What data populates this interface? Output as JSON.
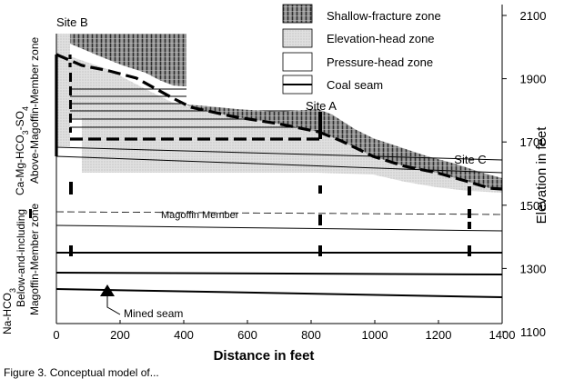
{
  "chart_data": {
    "type": "diagram",
    "sites": [
      {
        "label": "Site B",
        "distance": 50
      },
      {
        "label": "Site A",
        "distance": 830
      },
      {
        "label": "Site C",
        "distance": 1300
      }
    ],
    "legend": [
      {
        "label": "Shallow-fracture zone",
        "pattern": "shallow-fracture"
      },
      {
        "label": "Elevation-head zone",
        "pattern": "elevation-head"
      },
      {
        "label": "Pressure-head zone",
        "pattern": "pressure-head"
      },
      {
        "label": "Coal seam",
        "pattern": "coal-seam"
      }
    ],
    "xaxis": {
      "label": "Distance in feet",
      "ticks": [
        "0",
        "200",
        "400",
        "600",
        "800",
        "1000",
        "1200",
        "1400"
      ],
      "range": [
        0,
        1400
      ]
    },
    "yaxis": {
      "label": "Elevation in feet",
      "ticks": [
        "1100",
        "1300",
        "1500",
        "1700",
        "1900",
        "2100"
      ],
      "range": [
        1100,
        2100
      ]
    },
    "left_labels": {
      "upper_chem_parts": [
        "Ca-Mg-HCO",
        "3",
        "-SO",
        "4"
      ],
      "upper_zone": "Above-Magoffin-Member zone",
      "lower_chem_parts": [
        "Na-HCO",
        "3"
      ],
      "lower_zone_line1": "Below-and-including",
      "lower_zone_line2": "Magoffin-Member zone"
    },
    "annotations": {
      "magoffin_member": "Magoffin Member",
      "mined_seam": "Mined seam"
    },
    "caption_fragment": "Figure 3. Conceptual model of..."
  },
  "colors": {
    "ink": "#000000",
    "hatch": "#555555",
    "elevation_fill": "#dcdcdc",
    "background": "#ffffff"
  }
}
